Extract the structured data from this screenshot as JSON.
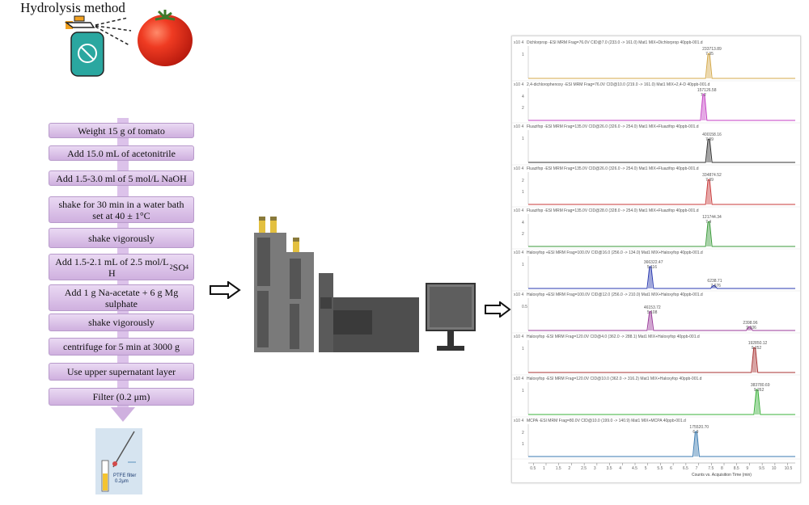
{
  "title": "Hydrolysis method",
  "steps": [
    "Weight 15 g of tomato",
    "Add 15.0 mL of acetonitrile",
    "Add 1.5-3.0 ml of 5 mol/L NaOH",
    "shake for 30 min in a water bath set at 40 ± 1°C",
    "shake vigorously",
    "Add 1.5-2.1 mL of 2.5 mol/L H2SO4",
    "Add 1 g Na-acetate + 6 g Mg sulphate",
    "shake vigorously",
    "centrifuge for 5 min at 3000 g",
    "Use upper supernatant layer",
    "Filter (0.2 μm)"
  ],
  "filter_label_1": "PTFE filter",
  "filter_label_2": "0.2μm",
  "icons": {
    "sprayer": "sprayer-icon",
    "tomato": "tomato-icon",
    "lc": "lc-instrument-icon",
    "monitor": "monitor-icon",
    "arrow": "arrow-right-icon"
  },
  "colors": {
    "step_fill": "#dcc2ea",
    "step_border": "#b89acb",
    "tomato": "#e8321e",
    "instrument": "#5a5a5a",
    "sprayer": "#2aa7a0"
  },
  "chart_data": {
    "type": "line",
    "xlabel": "Counts vs. Acquisition Time (min)",
    "x_ticks": [
      "0.5",
      "1",
      "1.5",
      "2",
      "2.5",
      "3",
      "3.5",
      "4",
      "4.5",
      "5",
      "5.5",
      "6",
      "6.5",
      "7",
      "7.5",
      "8",
      "8.5",
      "9",
      "9.5",
      "10",
      "10.5"
    ],
    "xlim": [
      0.3,
      10.8
    ],
    "panels": [
      {
        "header": "Dichlorprop -ESI MRM Frag=76.0V CID@7.0 (233.0 -> 161.0) Mat1 MIX+Dichlorprop 40ppb-001.d",
        "scale": "x10 4",
        "yticks": [
          "1"
        ],
        "color": "#d4a94a",
        "peaks": [
          {
            "x": 7.4,
            "h": 0.85,
            "label1": "233713.89",
            "label2": "7.35"
          }
        ]
      },
      {
        "header": "2,4-dichlorophenoxy -ESI MRM Frag=76.0V CID@10.0 (219.0 -> 161.0) Mat1 MIX+2,4-D 40ppb-001.d",
        "scale": "x10 4",
        "yticks": [
          "4",
          "2"
        ],
        "color": "#c43fc4",
        "peaks": [
          {
            "x": 7.2,
            "h": 0.9,
            "label1": "157126.58",
            "label2": "7.2"
          }
        ]
      },
      {
        "header": "Fluazifop -ESI MRM Frag=135.0V CID@26.0 (326.0 -> 254.0) Mat1 MIX+Fluazifop 40ppb-001.d",
        "scale": "x10 4",
        "yticks": [
          "1"
        ],
        "color": "#333333",
        "peaks": [
          {
            "x": 7.4,
            "h": 0.8,
            "label1": "400158.16",
            "label2": "7.39"
          }
        ]
      },
      {
        "header": "Fluazifop -ESI MRM Frag=135.0V CID@26.0 (326.0 -> 254.0) Mat1 MIX+Fluazifop 40ppb-001.d",
        "scale": "x10 4",
        "yticks": [
          "2",
          "1"
        ],
        "color": "#c83a3a",
        "peaks": [
          {
            "x": 7.4,
            "h": 0.85,
            "label1": "334874.52",
            "label2": "7.39"
          }
        ]
      },
      {
        "header": "Fluazifop -ESI MRM Frag=135.0V CID@28.0 (328.0 -> 254.0) Mat1 MIX+Fluazifop 40ppb-001.d",
        "scale": "x10 4",
        "yticks": [
          "4",
          "2"
        ],
        "color": "#3a9a3a",
        "peaks": [
          {
            "x": 7.4,
            "h": 0.85,
            "label1": "121744.34",
            "label2": "7.4"
          }
        ]
      },
      {
        "header": "Haloxyfop +ESI MRM Frag=100.0V CID@16.0 (256.0 -> 134.0) Mat1 MIX+Haloxyfop 40ppb-001.d",
        "scale": "x10 4",
        "yticks": [
          "1"
        ],
        "color": "#2a3ab0",
        "peaks": [
          {
            "x": 5.1,
            "h": 0.75,
            "label1": "366322.47",
            "label2": "5.116"
          },
          {
            "x": 7.6,
            "h": 0.1,
            "label1": "6238.71",
            "label2": "7.676"
          }
        ]
      },
      {
        "header": "Haloxyfop +ESI MRM Frag=100.0V CID@12.0 (256.0 -> 210.0) Mat1 MIX+Haloxyfop 40ppb-001.d",
        "scale": "x10 4",
        "yticks": [
          "0.5"
        ],
        "color": "#9a3a9a",
        "peaks": [
          {
            "x": 5.1,
            "h": 0.65,
            "label1": "46153.72",
            "label2": "5.108"
          },
          {
            "x": 9.0,
            "h": 0.12,
            "label1": "2398.96",
            "label2": "9.106"
          }
        ]
      },
      {
        "header": "Haloxyfop -ESI MRM Frag=120.0V CID@4.0 (362.0 -> 288.1) Mat1 MIX+Haloxyfop 40ppb-001.d",
        "scale": "x10 4",
        "yticks": [
          "1"
        ],
        "color": "#a83232",
        "peaks": [
          {
            "x": 9.2,
            "h": 0.85,
            "label1": "192850.12",
            "label2": "9.252"
          }
        ]
      },
      {
        "header": "Haloxyfop -ESI MRM Frag=120.0V CID@10.0 (362.0 -> 316.2) Mat1 MIX+Haloxyfop 40ppb-001.d",
        "scale": "x10 4",
        "yticks": [
          "1"
        ],
        "color": "#3ab03a",
        "peaks": [
          {
            "x": 9.3,
            "h": 0.85,
            "label1": "383780.69",
            "label2": "9.262"
          }
        ]
      },
      {
        "header": "MCPA -ESI MRM Frag=80.0V CID@10.0 (199.0 -> 140.9) Mat1 MIX+MCPA 40ppb-001.d",
        "scale": "x10 4",
        "yticks": [
          "2",
          "1"
        ],
        "color": "#3a7ab0",
        "peaks": [
          {
            "x": 6.9,
            "h": 0.85,
            "label1": "175520.70",
            "label2": "6.9"
          }
        ]
      }
    ]
  }
}
